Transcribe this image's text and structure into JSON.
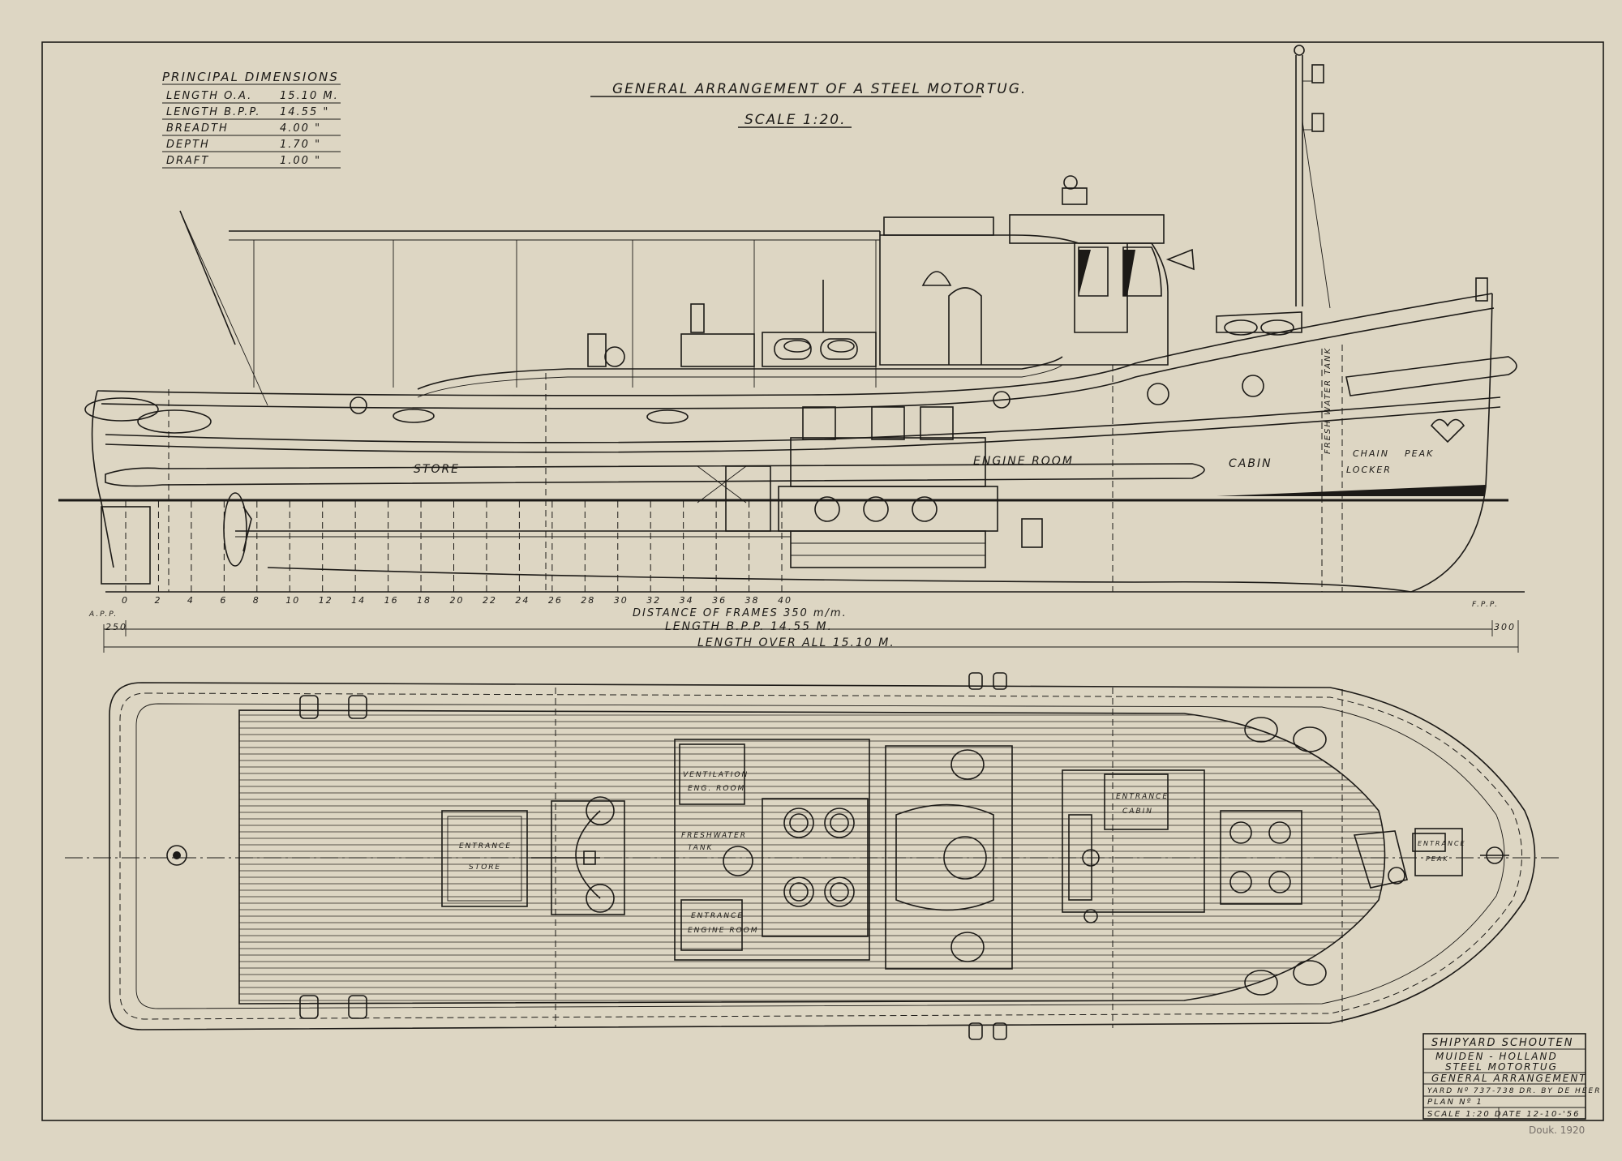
{
  "title": "GENERAL ARRANGEMENT OF A STEEL MOTORTUG.",
  "scale": "SCALE 1:20.",
  "dimensions": {
    "header": "PRINCIPAL DIMENSIONS",
    "rows": [
      {
        "label": "LENGTH O.A.",
        "value": "15.10 M."
      },
      {
        "label": "LENGTH B.P.P.",
        "value": "14.55 \""
      },
      {
        "label": "BREADTH",
        "value": "4.00 \""
      },
      {
        "label": "DEPTH",
        "value": "1.70 \""
      },
      {
        "label": "DRAFT",
        "value": "1.00 \""
      }
    ]
  },
  "compartments": {
    "store": "STORE",
    "engine_room": "ENGINE ROOM",
    "cabin": "CABIN",
    "fresh_water_tank": "FRESH WATER TANK",
    "chain": "CHAIN",
    "locker": "LOCKER",
    "peak": "PEAK"
  },
  "frames": {
    "numbers": [
      "0",
      "2",
      "4",
      "6",
      "8",
      "10",
      "12",
      "14",
      "16",
      "18",
      "20",
      "22",
      "24",
      "26",
      "28",
      "30",
      "32",
      "34",
      "36",
      "38",
      "40"
    ],
    "app": "A.P.P.",
    "fpp": "F.P.P.",
    "spacing_label": "DISTANCE OF FRAMES 350 m/m.",
    "aft_offset": "250",
    "fwd_offset": "300"
  },
  "lengths": {
    "bpp": "LENGTH B.P.P. 14.55 M.",
    "overall": "LENGTH OVER ALL 15.10 M."
  },
  "plan": {
    "entrance_store_1": "ENTRANCE",
    "entrance_store_2": "STORE",
    "ventilation_1": "VENTILATION",
    "ventilation_2": "ENG. ROOM",
    "freshwater_1": "FRESHWATER",
    "freshwater_2": "TANK",
    "entrance_engine_1": "ENTRANCE",
    "entrance_engine_2": "ENGINE ROOM",
    "entrance_cabin_1": "ENTRANCE",
    "entrance_cabin_2": "CABIN",
    "entrance_peak_1": "ENTRANCE",
    "entrance_peak_2": "PEAK"
  },
  "title_block": {
    "line1": "SHIPYARD SCHOUTEN",
    "line2": "MUIDEN - HOLLAND",
    "line3": "STEEL MOTORTUG",
    "line4": "GENERAL ARRANGEMENT",
    "line5": "YARD Nº 737-738 DR. BY DE HEER",
    "line6": "PLAN Nº 1",
    "line7": "SCALE 1:20    DATE 12-10-'56"
  },
  "archive_mark": "Douk. 1920",
  "colors": {
    "paper": "#ddd6c3",
    "ink": "#1c1a17"
  }
}
